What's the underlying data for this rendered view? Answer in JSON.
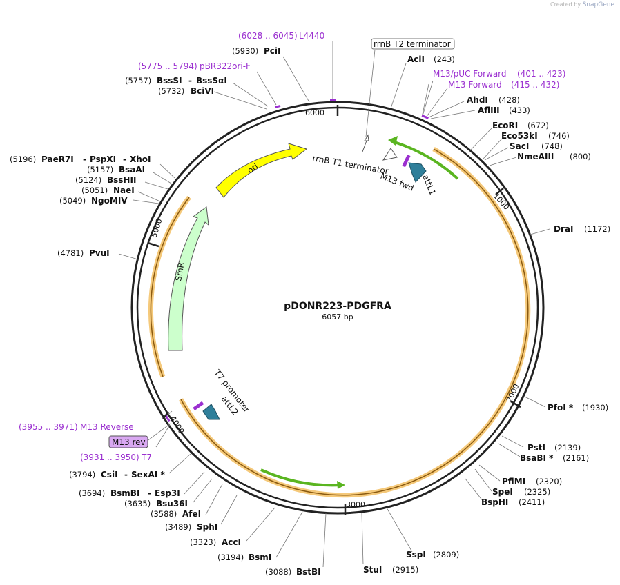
{
  "credit": {
    "prefix": "Created by",
    "brand": "SnapGene"
  },
  "plasmid": {
    "name": "pDONR223-PDGFRA",
    "length": "6057 bp"
  },
  "ticks": [
    "1000",
    "2000",
    "3000",
    "4000",
    "5000",
    "6000"
  ],
  "features": {
    "ori": "ori",
    "smr": "SmR",
    "rrnb_t1": "rrnB T1 terminator",
    "rrnb_t2": "rrnB T2 terminator",
    "attl1": "attL1",
    "m13fwd": "M13 fwd",
    "t7promoter": "T7 promoter",
    "attl2": "attL2",
    "m13rev_box": "M13 rev"
  },
  "primers": {
    "l4440": {
      "pos": "(6028 .. 6045)",
      "name": "L4440"
    },
    "pbr322": {
      "pos": "(5775 .. 5794)",
      "name": "pBR322ori-F"
    },
    "m13puc": {
      "name": "M13/pUC Forward",
      "pos": "(401 .. 423)"
    },
    "m13fwd": {
      "name": "M13 Forward",
      "pos": "(415 .. 432)"
    },
    "m13rev": {
      "pos": "(3955 .. 3971)",
      "name": "M13 Reverse"
    },
    "t7": {
      "pos": "(3931 .. 3950)",
      "name": "T7"
    }
  },
  "sites": {
    "pcii": {
      "pos": "(5930)",
      "name": "PciI"
    },
    "bsssi": {
      "pos": "(5757)",
      "name": "BssSI",
      "name2": "BssSαI"
    },
    "bcivi": {
      "pos": "(5732)",
      "name": "BciVI"
    },
    "acli": {
      "name": "AclI",
      "pos": "(243)"
    },
    "ahdi": {
      "name": "AhdI",
      "pos": "(428)"
    },
    "aflii": {
      "name": "AflIII",
      "pos": "(433)"
    },
    "ecori": {
      "name": "EcoRI",
      "pos": "(672)"
    },
    "eco53ki": {
      "name": "Eco53kI",
      "pos": "(746)"
    },
    "saci": {
      "name": "SacI",
      "pos": "(748)"
    },
    "nmeaiii": {
      "name": "NmeAIII",
      "pos": "(800)"
    },
    "drai": {
      "name": "DraI",
      "pos": "(1172)"
    },
    "paer7i": {
      "pos": "(5196)",
      "name": "PaeR7I",
      "name2": "PspXI",
      "name3": "XhoI"
    },
    "bsaai": {
      "pos": "(5157)",
      "name": "BsaAI"
    },
    "bsshii": {
      "pos": "(5124)",
      "name": "BssHII"
    },
    "naei": {
      "pos": "(5051)",
      "name": "NaeI"
    },
    "ngomiv": {
      "pos": "(5049)",
      "name": "NgoMIV"
    },
    "pvui": {
      "pos": "(4781)",
      "name": "PvuI"
    },
    "pfoi": {
      "name": "PfoI *",
      "pos": "(1930)"
    },
    "psti": {
      "name": "PstI",
      "pos": "(2139)"
    },
    "bsabi": {
      "name": "BsaBI *",
      "pos": "(2161)"
    },
    "pfimi": {
      "name": "PflMI",
      "pos": "(2320)"
    },
    "spei": {
      "name": "SpeI",
      "pos": "(2325)"
    },
    "bsphi": {
      "name": "BspHI",
      "pos": "(2411)"
    },
    "sspi": {
      "name": "SspI",
      "pos": "(2809)"
    },
    "stui": {
      "name": "StuI",
      "pos": "(2915)"
    },
    "bstbi": {
      "pos": "(3088)",
      "name": "BstBI"
    },
    "bsmi": {
      "pos": "(3194)",
      "name": "BsmI"
    },
    "acci": {
      "pos": "(3323)",
      "name": "AccI"
    },
    "sphi": {
      "pos": "(3489)",
      "name": "SphI"
    },
    "afei": {
      "pos": "(3588)",
      "name": "AfeI"
    },
    "bsu36i": {
      "pos": "(3635)",
      "name": "Bsu36I"
    },
    "bsmbi": {
      "pos": "(3694)",
      "name": "BsmBI",
      "name2": "Esp3I"
    },
    "csii": {
      "pos": "(3794)",
      "name": "CsiI",
      "name2": "SexAI *"
    }
  },
  "colors": {
    "backbone": "#222222",
    "ori": "#ffff00",
    "smr": "#ccffcc",
    "orf_band": "#f5c97a",
    "orf_line": "#8a5a10",
    "green_arrow": "#5ab520",
    "att": "#2f7f9a",
    "primer": "#9b30d0",
    "primer_box": "#d9a8f2"
  }
}
